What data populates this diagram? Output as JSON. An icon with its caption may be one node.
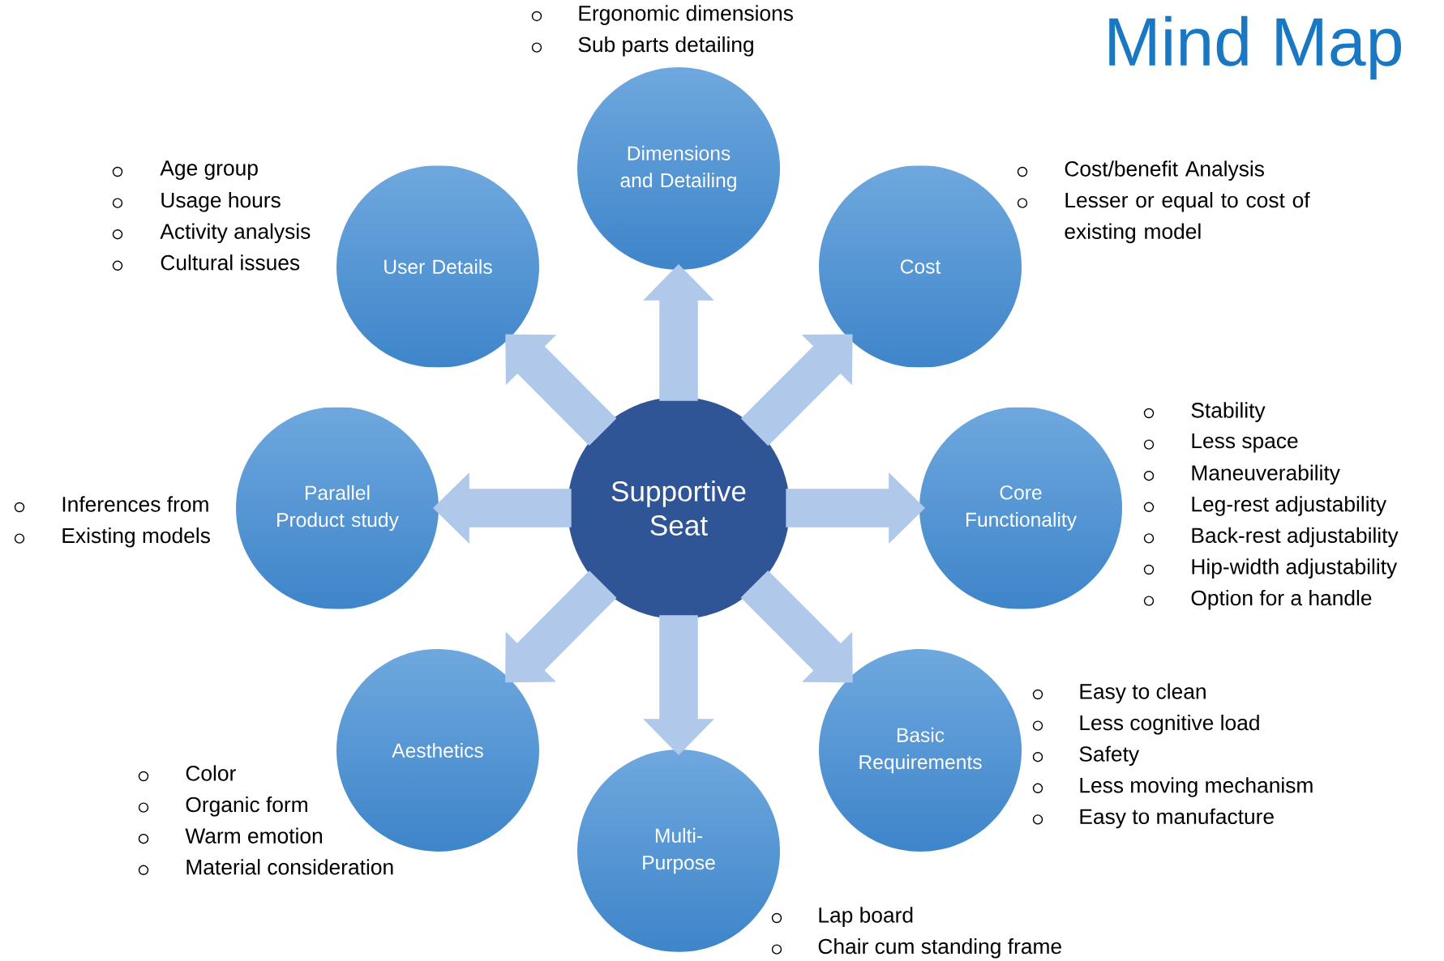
{
  "diagram": {
    "title": "Mind Map",
    "nodes": [
      {
        "text": [
          "Supportive Seat"
        ]
      },
      {
        "text": [
          "Dimensions and Detailing"
        ],
        "beside": [
          "Ergonomic dimensions",
          "Sub parts detailing"
        ]
      },
      {
        "text": [
          "User Details"
        ],
        "beside": [
          "Age group",
          "Usage hours",
          "Activity analysis",
          "Cultural issues"
        ]
      },
      {
        "text": [
          "Cost"
        ],
        "beside": [
          "Cost/benefit Analysis",
          "Lesser or equal to cost of existing model"
        ]
      },
      {
        "text": [
          "Parallel Product study"
        ],
        "beside": [
          "Inferences from",
          "Existing models"
        ]
      },
      {
        "text": [
          "Core Functionality"
        ],
        "beside": [
          "Stability",
          "Less space",
          "Maneuverability",
          "Leg-rest adjustability",
          "Back-rest adjustability",
          "Hip-width adjustability",
          "Option for a handle"
        ]
      },
      {
        "text": [
          "Aesthetics"
        ],
        "beside": [
          "Color",
          "Organic form",
          "Warm emotion",
          "Material consideration"
        ]
      },
      {
        "text": [
          "Basic Requirements"
        ],
        "beside": [
          "Easy to clean",
          "Less cognitive load",
          "Safety",
          "Less moving mechanism",
          "Easy to manufacture"
        ]
      },
      {
        "text": [
          "Multi-Purpose"
        ],
        "beside": [
          "Lap board",
          "Chair cum standing frame"
        ]
      }
    ],
    "edges": [
      {
        "from": 0,
        "to": 1,
        "arrow": "to"
      },
      {
        "from": 0,
        "to": 2,
        "arrow": "to"
      },
      {
        "from": 0,
        "to": 3,
        "arrow": "to"
      },
      {
        "from": 0,
        "to": 4,
        "arrow": "to"
      },
      {
        "from": 0,
        "to": 5,
        "arrow": "to"
      },
      {
        "from": 0,
        "to": 6,
        "arrow": "to"
      },
      {
        "from": 0,
        "to": 7,
        "arrow": "to"
      },
      {
        "from": 0,
        "to": 8,
        "arrow": "to"
      }
    ]
  }
}
